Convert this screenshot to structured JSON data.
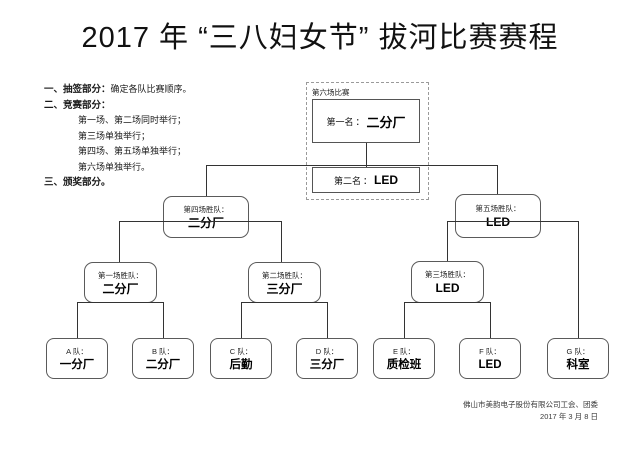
{
  "title": "2017 年 “三八妇女节” 拔河比赛赛程",
  "notes": [
    {
      "lead": "一、抽签部分：",
      "text": "确定各队比赛顺序。",
      "level": "top"
    },
    {
      "lead": "二、竞赛部分：",
      "text": "",
      "level": "top"
    },
    {
      "lead": "",
      "text": "第一场、第二场同时举行；",
      "level": "sub"
    },
    {
      "lead": "",
      "text": "第三场单独举行；",
      "level": "sub"
    },
    {
      "lead": "",
      "text": "第四场、第五场单独举行；",
      "level": "sub"
    },
    {
      "lead": "",
      "text": "第六场单独举行。",
      "level": "sub"
    },
    {
      "lead": "三、颁奖部分。",
      "text": "",
      "level": "top"
    }
  ],
  "final": {
    "group_label": "第六场比赛",
    "first": {
      "rank": "第一名",
      "colon": "：",
      "team": "二分厂"
    },
    "second": {
      "rank": "第二名",
      "colon": "：",
      "team": "LED"
    }
  },
  "semifinals": [
    {
      "cap": "第四场胜队：",
      "val": "二分厂"
    },
    {
      "cap": "第五场胜队：",
      "val": "LED"
    }
  ],
  "quarterfinals": [
    {
      "cap": "第一场胜队：",
      "val": "二分厂"
    },
    {
      "cap": "第二场胜队：",
      "val": "三分厂"
    },
    {
      "cap": "第三场胜队：",
      "val": "LED"
    }
  ],
  "teams": [
    {
      "cap": "A 队：",
      "val": "一分厂"
    },
    {
      "cap": "B 队：",
      "val": "二分厂"
    },
    {
      "cap": "C 队：",
      "val": "后勤"
    },
    {
      "cap": "D 队：",
      "val": "三分厂"
    },
    {
      "cap": "E 队：",
      "val": "质检班"
    },
    {
      "cap": "F 队：",
      "val": "LED"
    },
    {
      "cap": "G 队：",
      "val": "科室"
    }
  ],
  "footer": {
    "org": "佛山市美韵电子股份有限公司工会、团委",
    "date": "2017 年 3 月 8 日"
  },
  "colors": {
    "line": "#333333",
    "box_border": "#5a5a5a",
    "dashed_border": "#9a9a9a",
    "text": "#111111",
    "background": "#ffffff"
  }
}
